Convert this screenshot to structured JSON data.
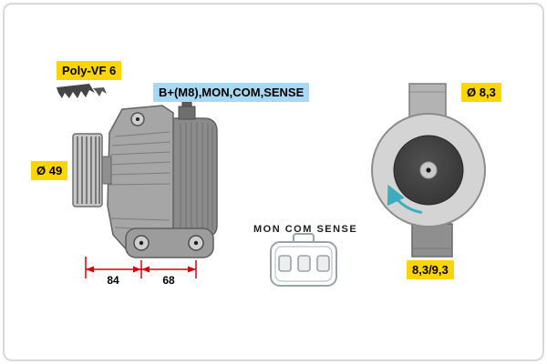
{
  "frame": {
    "bg": "#ffffff",
    "border_color": "#d8d8d8"
  },
  "colors": {
    "label_yellow": "#ffd500",
    "label_blue": "#a9d8f2",
    "dimension_red": "#d2000a",
    "rotation_teal": "#3cadbe"
  },
  "side_view": {
    "belt_type_label": "Poly-VF 6",
    "terminals_label": "B+(M8),MON,COM,SENSE",
    "pulley_diameter_label": "Ø 49",
    "dimensions": {
      "pulley_to_mount": "84",
      "mount_spacing": "68"
    }
  },
  "connector": {
    "pins_label": "MON COM SENSE"
  },
  "rear_view": {
    "mount_bore_label": "Ø 8,3",
    "mount_bore_range_label": "8,3/9,3"
  }
}
